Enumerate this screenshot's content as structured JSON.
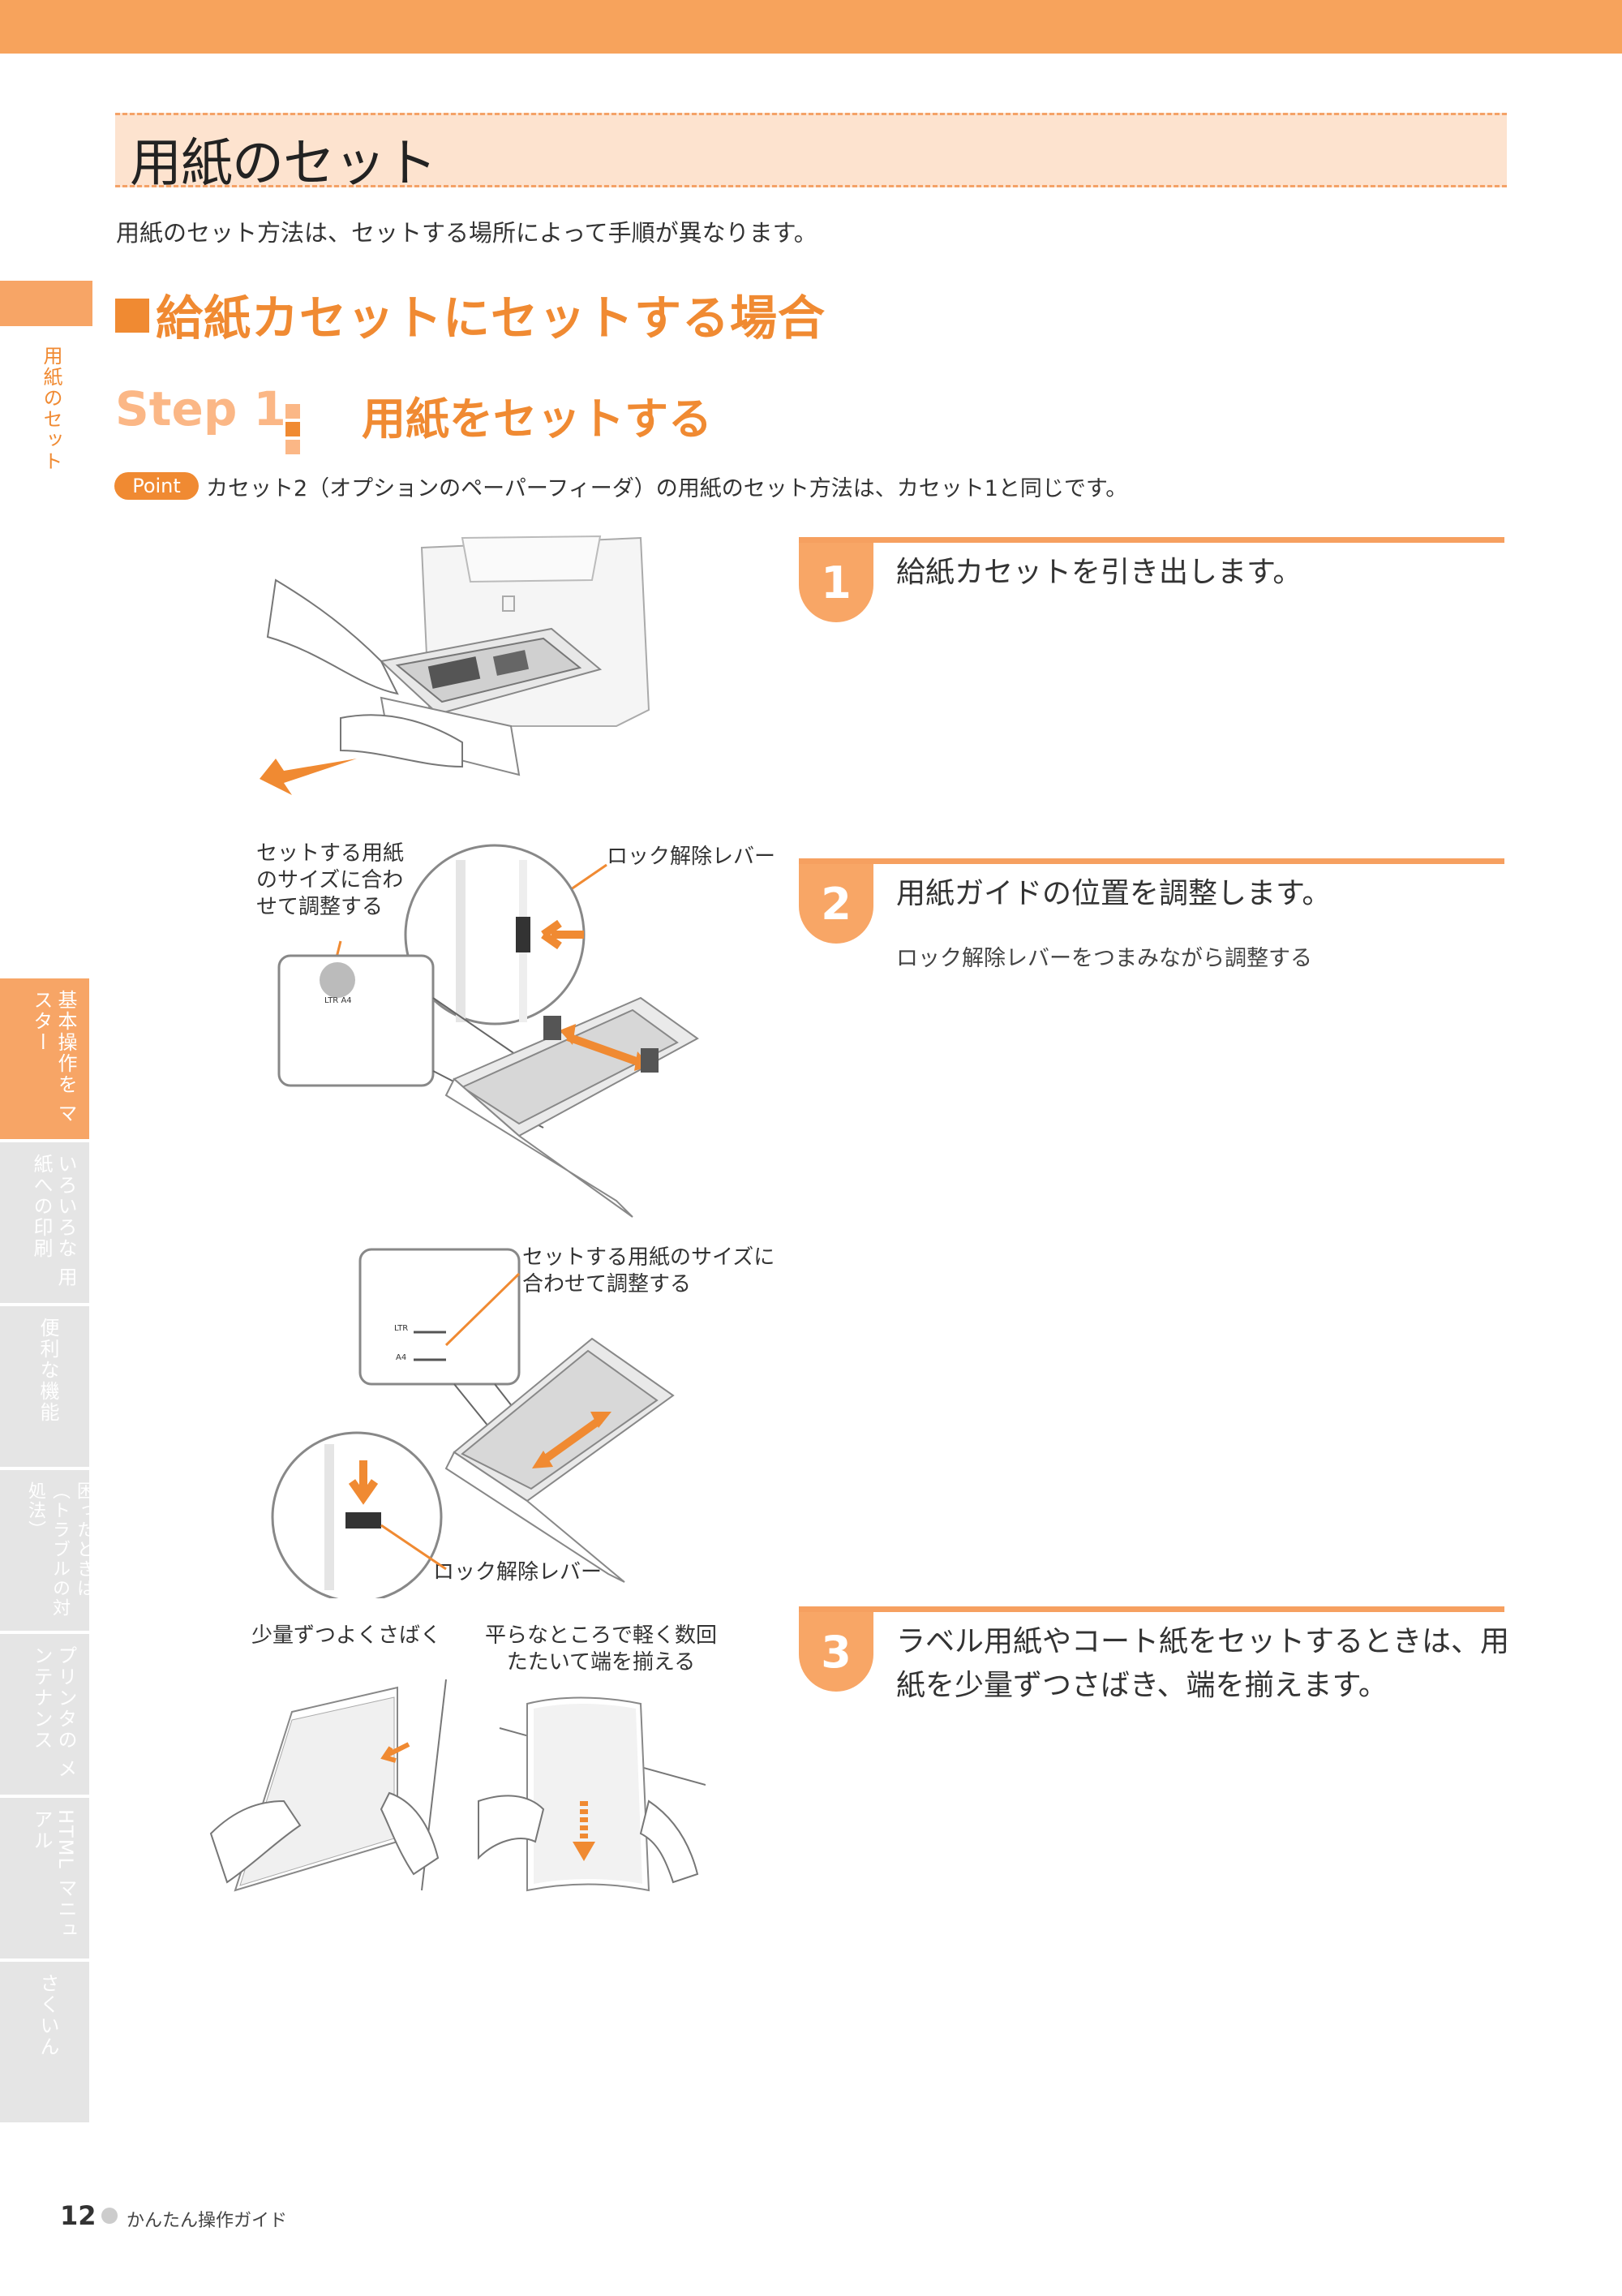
{
  "page": {
    "title": "用紙のセット",
    "intro": "用紙のセット方法は、セットする場所によって手順が異なります。",
    "section_heading": "給紙カセットにセットする場合",
    "step": {
      "word": "Step 1",
      "title": "用紙をセットする"
    },
    "point": {
      "badge": "Point",
      "text": "カセット2（オプションのペーパーフィーダ）の用紙のセット方法は、カセット1と同じです。"
    }
  },
  "steps": [
    {
      "num": "1",
      "text": "給紙カセットを引き出します。"
    },
    {
      "num": "2",
      "text": "用紙ガイドの位置を調整します。",
      "sub": "ロック解除レバーをつまみながら調整する"
    },
    {
      "num": "3",
      "text": "ラベル用紙やコート紙をセットするときは、用紙を少量ずつさばき、端を揃えます。"
    }
  ],
  "callouts": {
    "size_adjust_1": [
      "セットする用紙",
      "のサイズに合わ",
      "せて調整する"
    ],
    "lock_lever_1": "ロック解除レバー",
    "size_adjust_2": [
      "セットする用紙のサイズに",
      "合わせて調整する"
    ],
    "lock_lever_2": "ロック解除レバー",
    "fan_small": "少量ずつよくさばく",
    "tap_flat": [
      "平らなところで軽く数回",
      "たたいて端を揃える"
    ],
    "zoom_ltr": "LTR",
    "zoom_a4": "A4"
  },
  "sidebar": {
    "current_section": "用紙のセット",
    "tabs": [
      {
        "label": "基本操作を マスター",
        "active": true
      },
      {
        "label": "いろいろな 用紙への印刷",
        "active": false
      },
      {
        "label": "便利な機能",
        "active": false
      },
      {
        "label": "困ったときは（トラブルの対処法）",
        "active": false
      },
      {
        "label": "プリンタの メンテナンス",
        "active": false
      },
      {
        "label": "HTML マニュアル",
        "active": false
      },
      {
        "label": "さくいん",
        "active": false
      }
    ]
  },
  "footer": {
    "page_number": "12",
    "guide_name": "かんたん操作ガイド"
  },
  "colors": {
    "accent": "#f08a32",
    "accent_light": "#f7a566",
    "title_bg": "#fde3cf",
    "tab_gray": "#e5e5e5"
  }
}
